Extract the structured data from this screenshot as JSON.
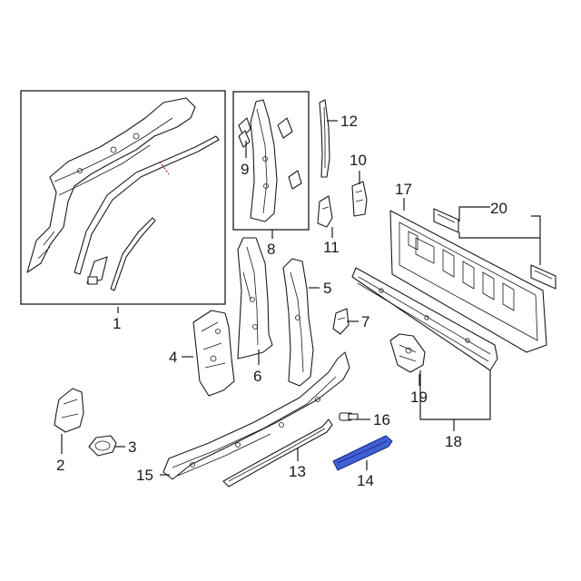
{
  "callouts": {
    "c1": "1",
    "c2": "2",
    "c3": "3",
    "c4": "4",
    "c5": "5",
    "c6": "6",
    "c7": "7",
    "c8": "8",
    "c9": "9",
    "c10": "10",
    "c11": "11",
    "c12": "12",
    "c13": "13",
    "c14": "14",
    "c15": "15",
    "c16": "16",
    "c17": "17",
    "c18": "18",
    "c19": "19",
    "c20": "20"
  },
  "colors": {
    "highlight": "#3f5fd6",
    "line": "#1a1a1a",
    "background": "#ffffff"
  }
}
